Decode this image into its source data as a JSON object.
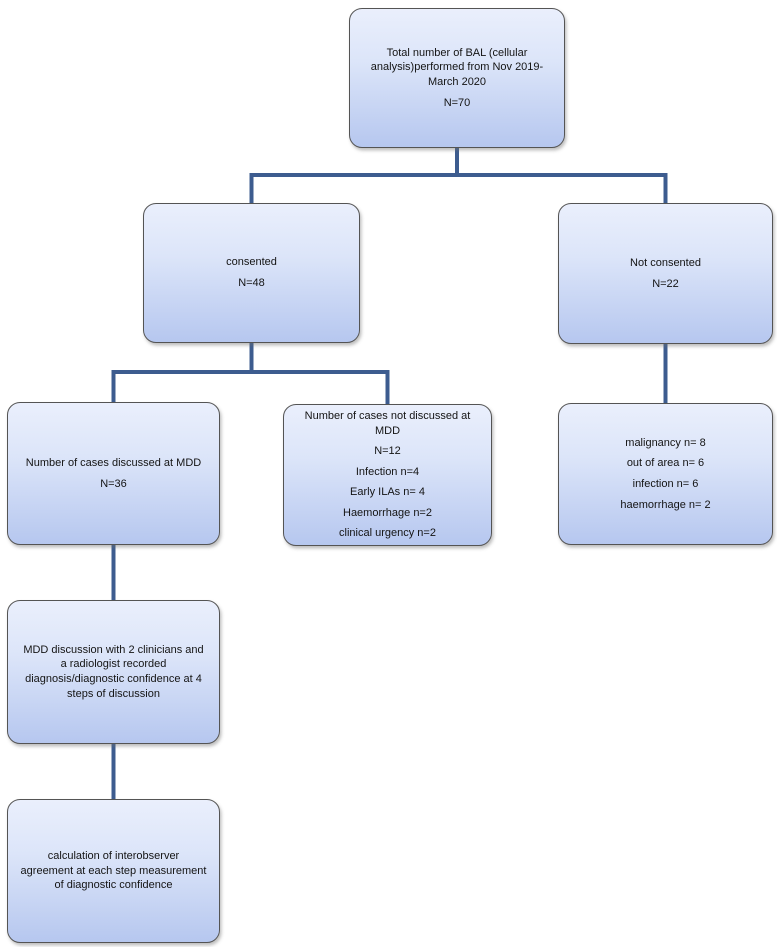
{
  "diagram": {
    "type": "flowchart",
    "boxes": {
      "total": {
        "lines": [
          "Total number of BAL (cellular analysis)performed from Nov 2019-March 2020",
          "N=70"
        ]
      },
      "consented": {
        "lines": [
          "consented",
          "N=48"
        ]
      },
      "not_consented": {
        "lines": [
          "Not consented",
          "N=22"
        ]
      },
      "discussed_mdd": {
        "lines": [
          "Number of cases discussed at MDD",
          "N=36"
        ]
      },
      "not_discussed_mdd": {
        "lines": [
          "Number of cases not discussed at MDD",
          "N=12",
          "Infection n=4",
          "Early ILAs n= 4",
          "Haemorrhage n=2",
          "clinical urgency n=2"
        ]
      },
      "not_consented_reasons": {
        "lines": [
          "malignancy n= 8",
          "out of area n= 6",
          "infection n= 6",
          "haemorrhage n= 2"
        ]
      },
      "mdd_discussion": {
        "lines": [
          "MDD discussion with 2 clinicians and a radiologist recorded diagnosis/diagnostic confidence at 4 steps of discussion"
        ]
      },
      "interobserver_agreement": {
        "lines": [
          "calculation of interobserver agreement at each step measurement of diagnostic confidence"
        ]
      }
    },
    "colors": {
      "box_fill_top": "#eaeffc",
      "box_fill_bottom": "#b6c7ef",
      "box_border": "#545454",
      "connector": "#3d5c8f",
      "text": "#141414",
      "background": "#ffffff"
    }
  }
}
